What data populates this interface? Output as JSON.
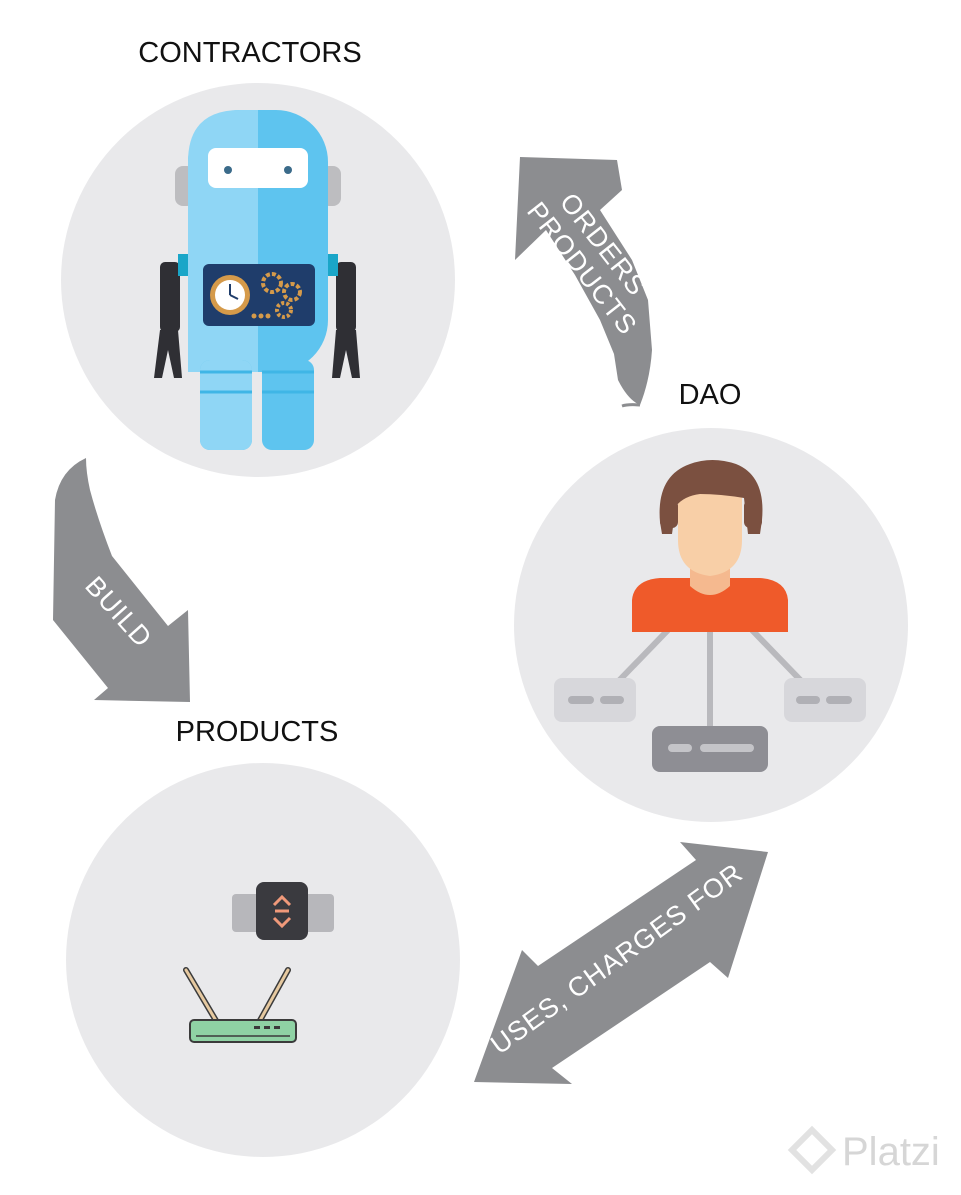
{
  "nodes": {
    "contractors": {
      "label": "CONTRACTORS"
    },
    "dao": {
      "label": "DAO"
    },
    "products": {
      "label": "PRODUCTS"
    }
  },
  "arrows": {
    "orders": {
      "line1": "ORDERS",
      "line2": "PRODUCTS"
    },
    "build": {
      "label": "BUILD"
    },
    "uses": {
      "label": "USES, CHARGES FOR"
    }
  },
  "watermark": {
    "text": "Platzi"
  },
  "colors": {
    "circle": "#e9e9eb",
    "arrow": "#8c8d90",
    "robot_blue": "#5ec4ef",
    "robot_light": "#9edcf6",
    "shirt": "#ef5a2a",
    "hair": "#7b5040",
    "skin": "#f8cfa7",
    "router_green": "#8fd2a4"
  }
}
